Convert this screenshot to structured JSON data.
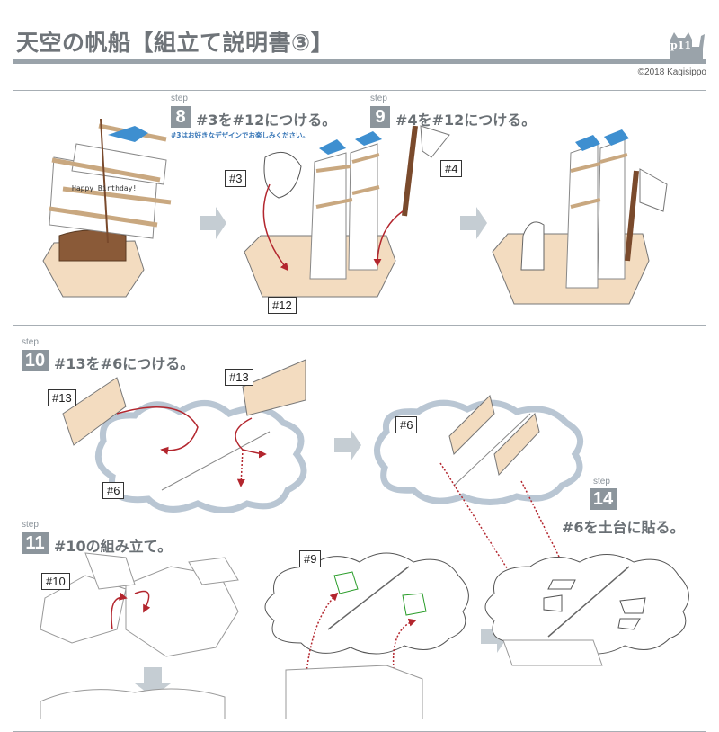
{
  "header": {
    "title": "天空の帆船【組立て説明書③】",
    "page_number": "p11",
    "copyright": "©2018 Kagisippo"
  },
  "steps": {
    "s8": {
      "label": "step",
      "number": "8",
      "text": "#3を#12につける。",
      "note": "#3はお好きなデザインでお楽しみください。"
    },
    "s9": {
      "label": "step",
      "number": "9",
      "text": "#4を#12につける。"
    },
    "s10": {
      "label": "step",
      "number": "10",
      "text": "#13を#6につける。"
    },
    "s11": {
      "label": "step",
      "number": "11",
      "text": "#10の組み立て。"
    },
    "s14": {
      "label": "step",
      "number": "14",
      "text": "#6を土台に貼る。"
    }
  },
  "parts": {
    "p3": "#3",
    "p4": "#4",
    "p12": "#12",
    "p13a": "#13",
    "p13b": "#13",
    "p6a": "#6",
    "p6b": "#6",
    "p10": "#10",
    "p9": "#9"
  },
  "sail_text": "Happy Birthday!",
  "colors": {
    "accent_gray": "#8c959c",
    "arrow_red": "#b3262e",
    "hull_tan": "#f3dcc0",
    "cloud_blue": "#b9c6d3",
    "mast_brown": "#7a4a2c",
    "flag_blue": "#3e8fd0"
  }
}
